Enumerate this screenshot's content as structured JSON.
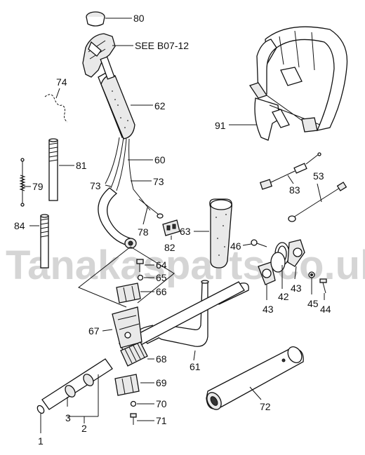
{
  "watermark": "Tanakasparts.co.uk",
  "callouts": {
    "p80": "80",
    "see_ref": "SEE B07-12",
    "p74": "74",
    "p62": "62",
    "p81": "81",
    "p79": "79",
    "p84": "84",
    "p60": "60",
    "p73a": "73",
    "p73b": "73",
    "p78": "78",
    "p82": "82",
    "p91": "91",
    "p83": "83",
    "p53": "53",
    "p63": "63",
    "p46": "46",
    "p64": "64",
    "p65": "65",
    "p66": "66",
    "p67": "67",
    "p68": "68",
    "p69": "69",
    "p70": "70",
    "p71": "71",
    "p61": "61",
    "p72": "72",
    "p43a": "43",
    "p42": "42",
    "p43b": "43",
    "p45": "45",
    "p44": "44",
    "p1": "1",
    "p2": "2",
    "p3": "3"
  }
}
